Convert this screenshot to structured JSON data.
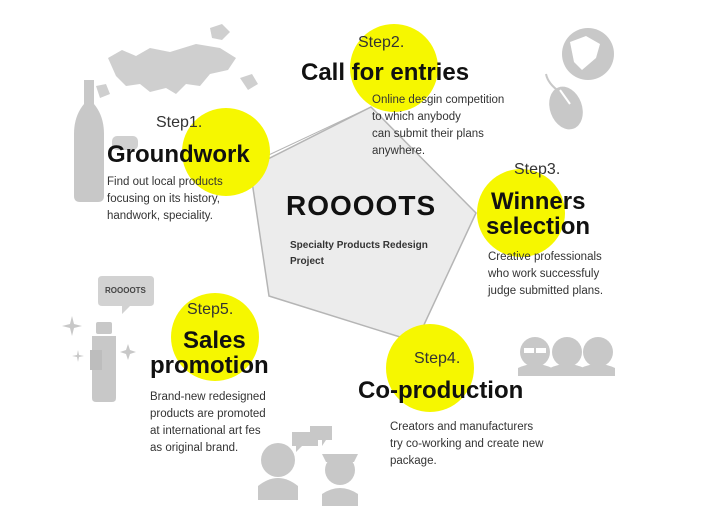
{
  "colors": {
    "accent_yellow": "#f6f700",
    "pentagon_fill": "#ececec",
    "pentagon_stroke": "#b5b5b5",
    "illustration_grey": "#c8c8c8"
  },
  "center": {
    "logo": "ROOOOTS",
    "subtitle_line1": "Specialty Products Redesign",
    "subtitle_line2": "Project"
  },
  "steps": [
    {
      "number": "Step1.",
      "title": "Groundwork",
      "description": [
        "Find out local products",
        "focusing on its history,",
        "handwork, speciality."
      ]
    },
    {
      "number": "Step2.",
      "title": "Call for entries",
      "description": [
        "Online desgin competition",
        "to which anybody",
        "can submit their plans",
        "anywhere."
      ]
    },
    {
      "number": "Step3.",
      "title_line1": "Winners",
      "title_line2": "selection",
      "description": [
        "Creative professionals",
        "who work successfuly",
        "judge submitted plans."
      ]
    },
    {
      "number": "Step4.",
      "title": "Co-production",
      "description": [
        "Creators and manufacturers",
        "try co-working and create new",
        "package."
      ]
    },
    {
      "number": "Step5.",
      "title_line1": "Sales",
      "title_line2": "promotion",
      "description": [
        "Brand-new redesigned",
        "products are promoted",
        "at international art fes",
        "as original brand."
      ]
    }
  ],
  "illustrations": {
    "speech_bubble_text": "ROOOOTS",
    "icons": [
      "map-icon",
      "bottle-icon",
      "globe-icon",
      "mouse-icon",
      "people-icon",
      "speech-bubble-icon",
      "spray-bottle-icon",
      "sparkle-icon"
    ]
  }
}
